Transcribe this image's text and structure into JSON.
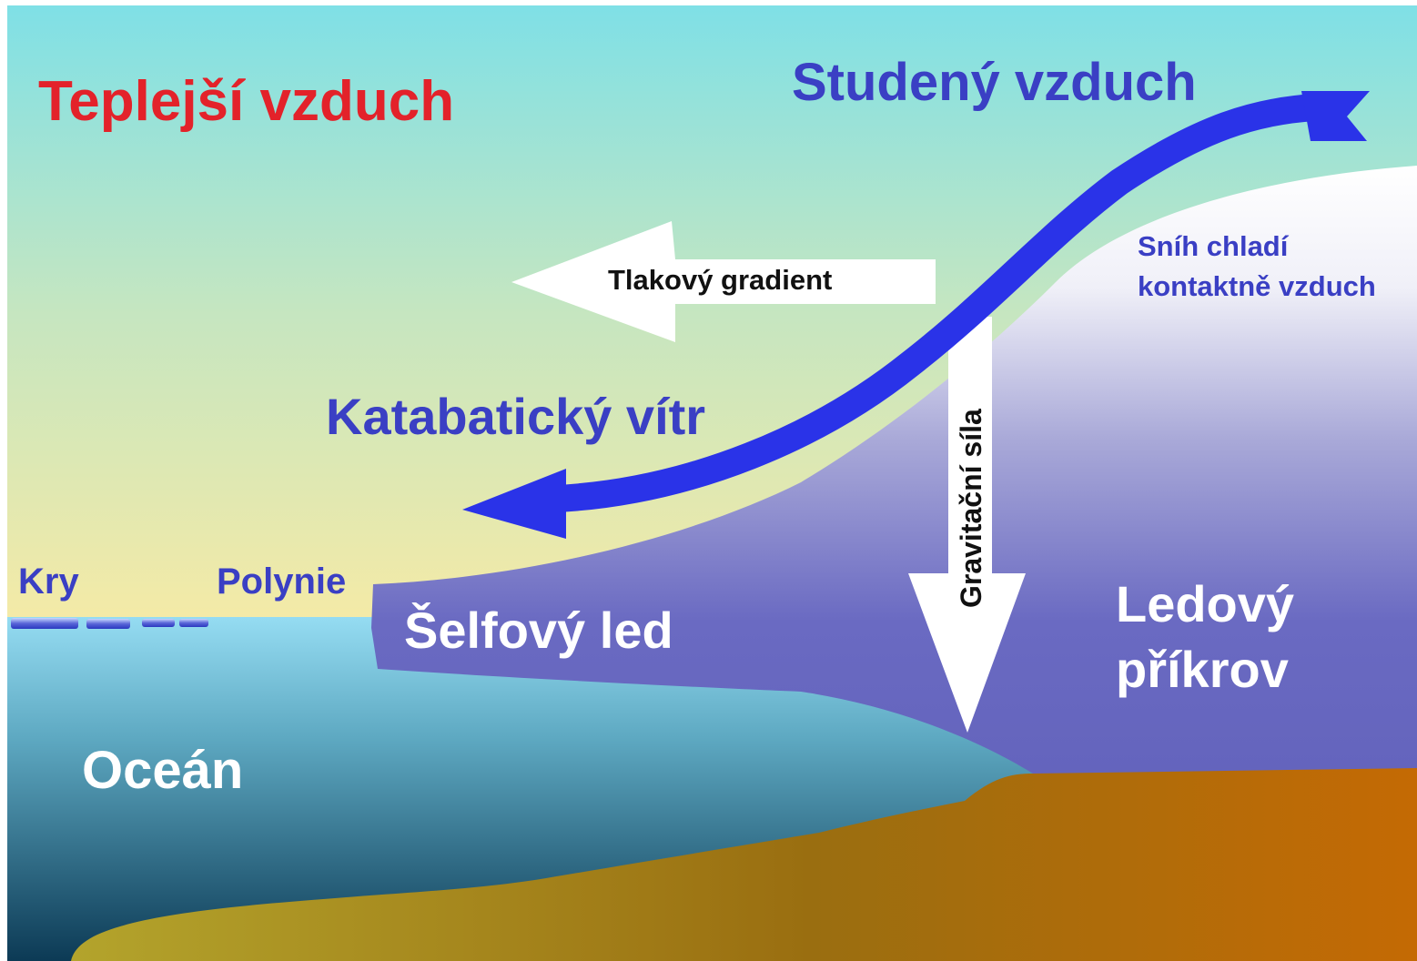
{
  "labels": {
    "warm_air": "Teplejší vzduch",
    "cold_air": "Studený vzduch",
    "snow_cools_line1": "Sníh chladí",
    "snow_cools_line2": "kontaktně vzduch",
    "pressure_gradient": "Tlakový gradient",
    "katabatic_wind": "Katabatický vítr",
    "gravity": "Gravitační síla",
    "floes": "Kry",
    "polynya": "Polynie",
    "ice_shelf": "Šelfový led",
    "ice_sheet_line1": "Ledový",
    "ice_sheet_line2": "příkrov",
    "ocean": "Oceán"
  },
  "colors": {
    "warm_text": "#e3222a",
    "cold_text": "#3a3fc4",
    "wind_arrow": "#2a33e8",
    "ice_shelf": "#6a6ac0",
    "ocean_top": "#8fd8ef",
    "ocean_bottom": "#0d3f5a",
    "bedrock_left": "#b0a02a",
    "bedrock_right": "#c06a08",
    "sky_top": "#7fe0e6",
    "sky_bottom": "#f3eaa8"
  }
}
